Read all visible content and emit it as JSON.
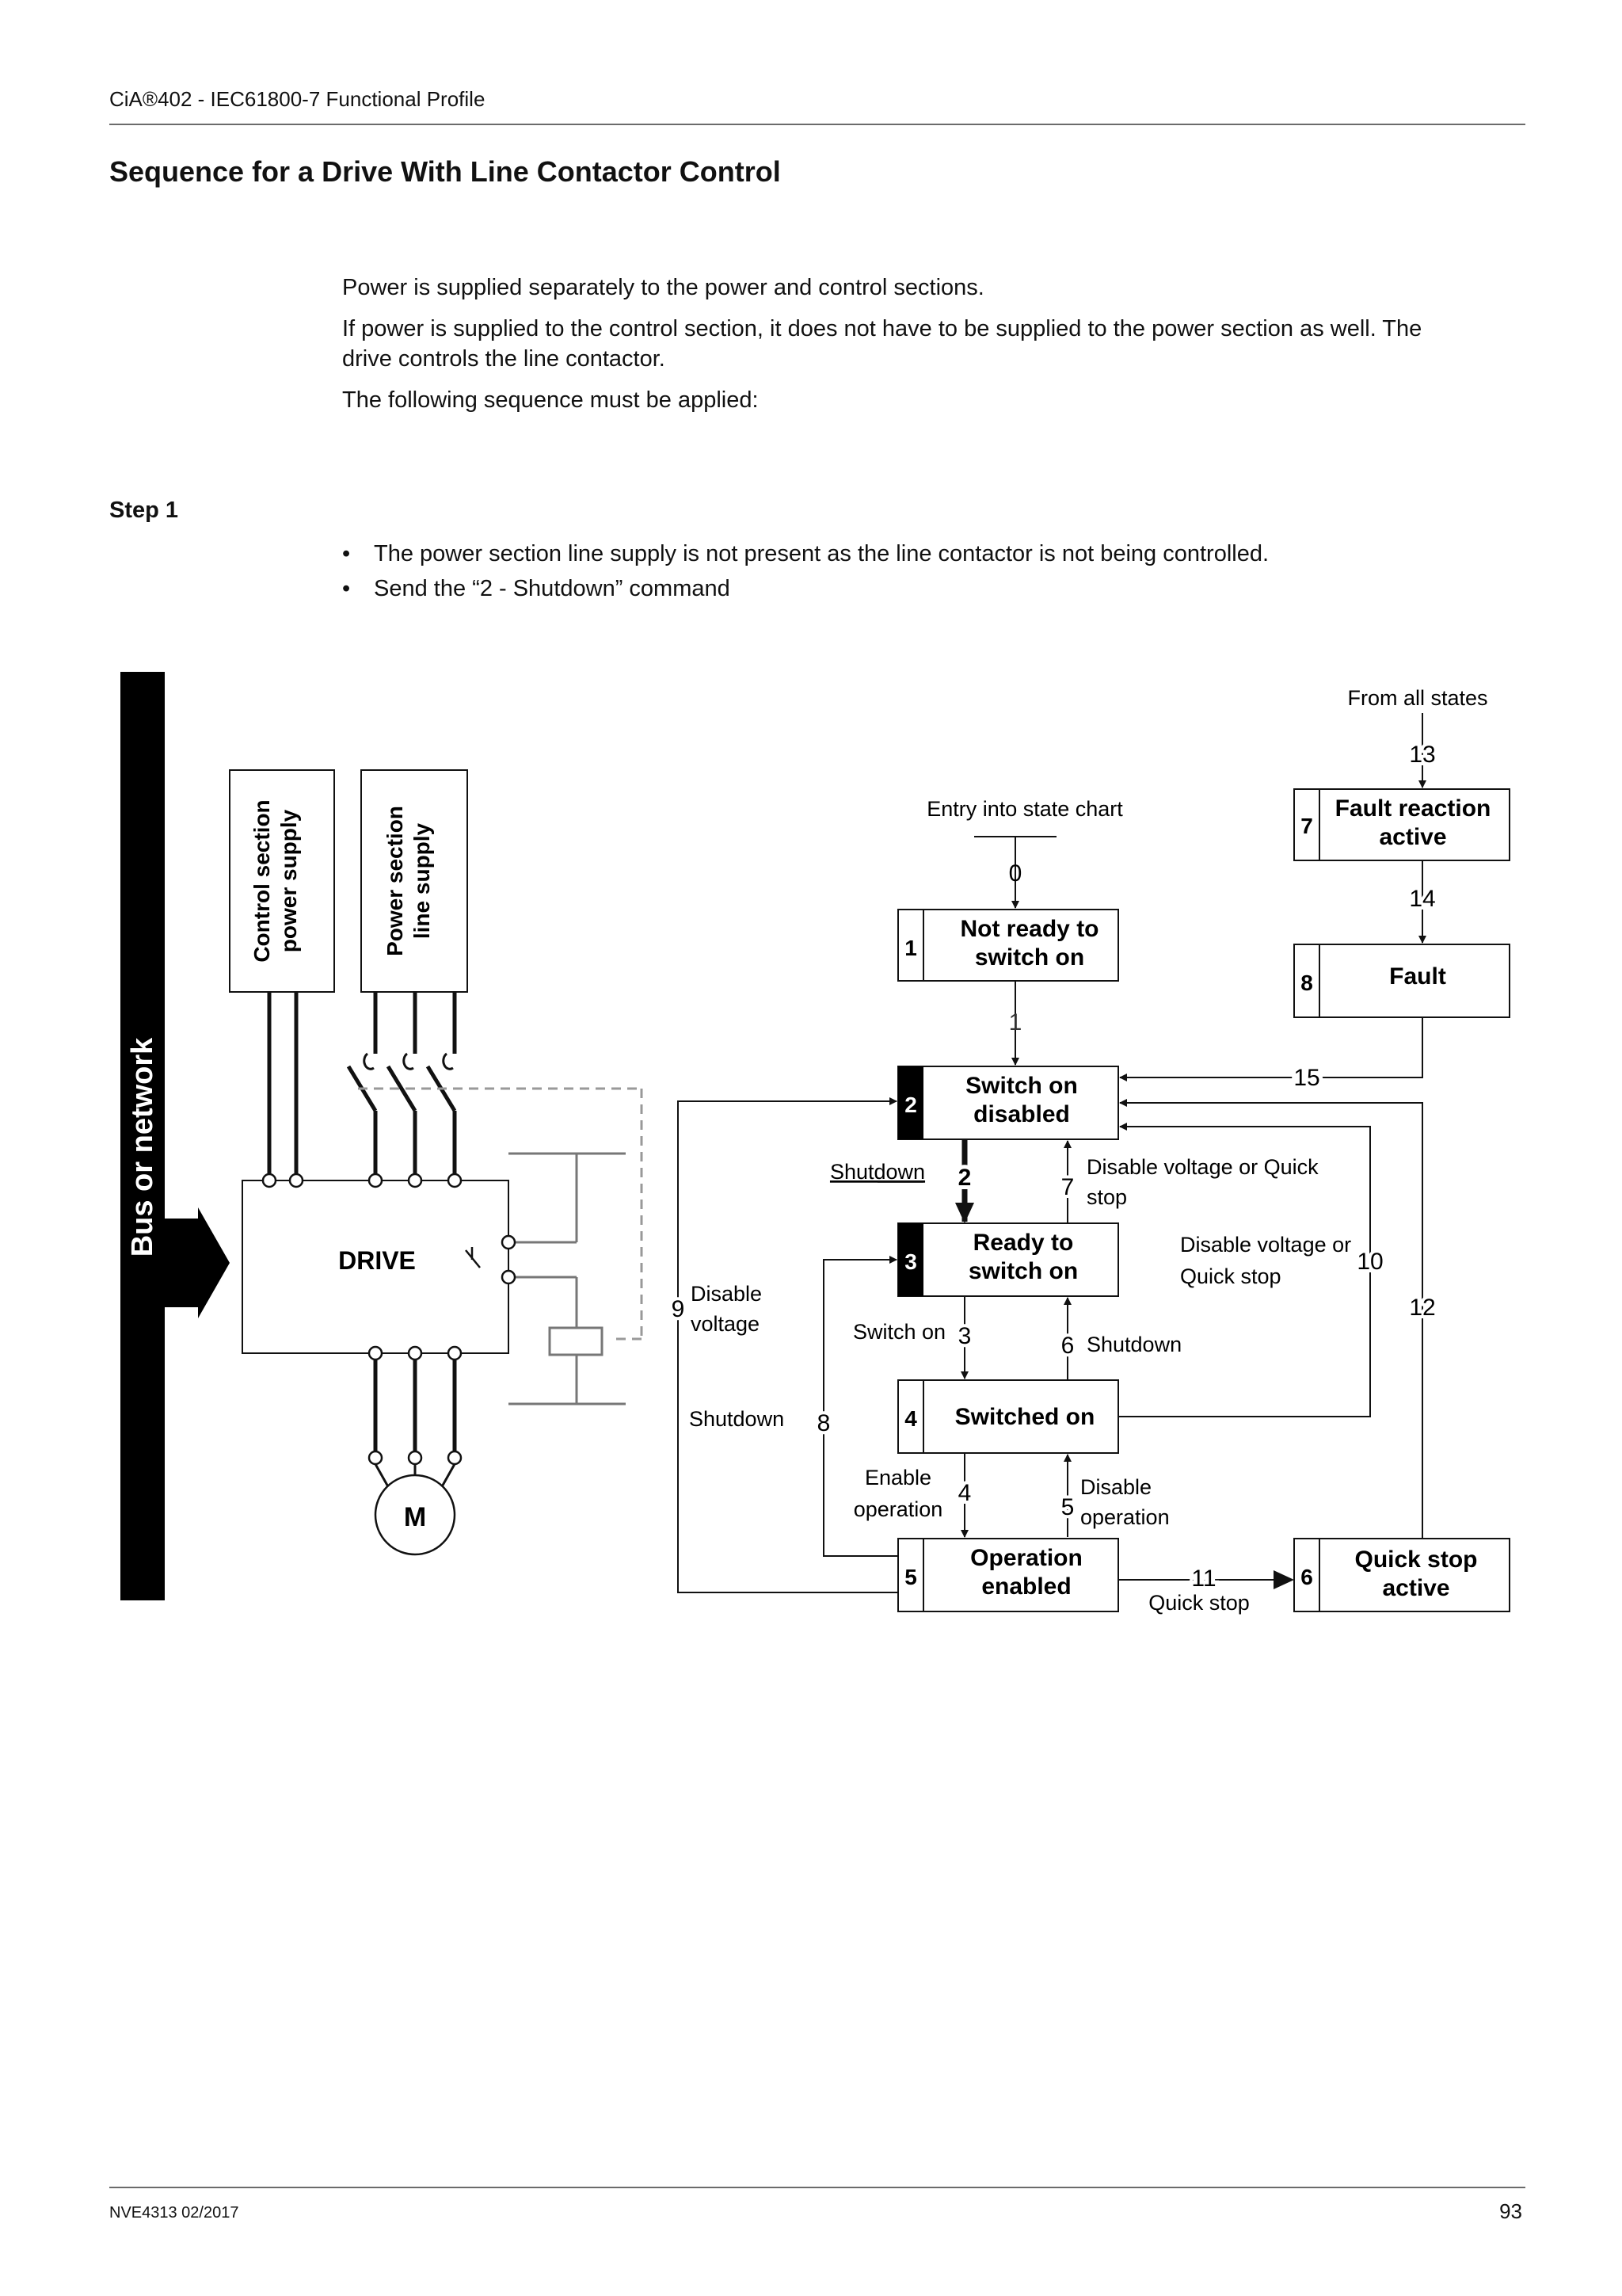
{
  "header": {
    "running_title": "CiA®402 - IEC61800-7 Functional Profile"
  },
  "section": {
    "title": "Sequence for a Drive With Line Contactor Control"
  },
  "intro": {
    "p1": "Power is supplied separately to the power and control sections.",
    "p2a": "If power is supplied to the control section, it does not have to be supplied to the power section as well. The",
    "p2b": "drive controls the line contactor.",
    "p3": "The following sequence must be applied:"
  },
  "step": {
    "label": "Step 1",
    "bullets": [
      "The power section line supply is not present as the line contactor is not being controlled.",
      "Send the “2 - Shutdown” command"
    ]
  },
  "figure": {
    "bus_label": "Bus or network",
    "control_supply": [
      "Control section",
      "power supply"
    ],
    "power_supply": [
      "Power section",
      "line supply"
    ],
    "drive_label": "DRIVE",
    "motor_label": "M",
    "entry_label": "Entry into state chart",
    "from_all_label": "From all states",
    "states": {
      "s1": {
        "num": "1",
        "line1": "Not ready to",
        "line2": "switch on"
      },
      "s2": {
        "num": "2",
        "line1": "Switch on",
        "line2": "disabled"
      },
      "s3": {
        "num": "3",
        "line1": "Ready to",
        "line2": "switch on"
      },
      "s4": {
        "num": "4",
        "line1": "Switched on"
      },
      "s5": {
        "num": "5",
        "line1": "Operation",
        "line2": "enabled"
      },
      "s6": {
        "num": "6",
        "line1": "Quick stop",
        "line2": "active"
      },
      "s7": {
        "num": "7",
        "line1": "Fault reaction",
        "line2": "active"
      },
      "s8": {
        "num": "8",
        "line1": "Fault"
      }
    },
    "transitions": {
      "t0": "0",
      "t1": "1",
      "t2": "2",
      "t3": "3",
      "t4": "4",
      "t5": "5",
      "t6": "6",
      "t7": "7",
      "t8": "8",
      "t9": "9",
      "t10": "10",
      "t11": "11",
      "t12": "12",
      "t13": "13",
      "t14": "14",
      "t15": "15"
    },
    "labels": {
      "shutdown_2": "Shutdown",
      "disable_quick_7a": "Disable voltage or Quick",
      "disable_quick_7b": "stop",
      "disable_quick_10a": "Disable voltage or",
      "disable_quick_10b": "Quick stop",
      "switch_on_3": "Switch on",
      "shutdown_6": "Shutdown",
      "disable_voltage_9a": "Disable",
      "disable_voltage_9b": "voltage",
      "shutdown_8": "Shutdown",
      "enable_op_4a": "Enable",
      "enable_op_4b": "operation",
      "disable_op_5a": "Disable",
      "disable_op_5b": "operation",
      "quick_stop_11": "Quick stop"
    }
  },
  "footer": {
    "doc_id": "NVE4313  02/2017",
    "page": "93"
  }
}
